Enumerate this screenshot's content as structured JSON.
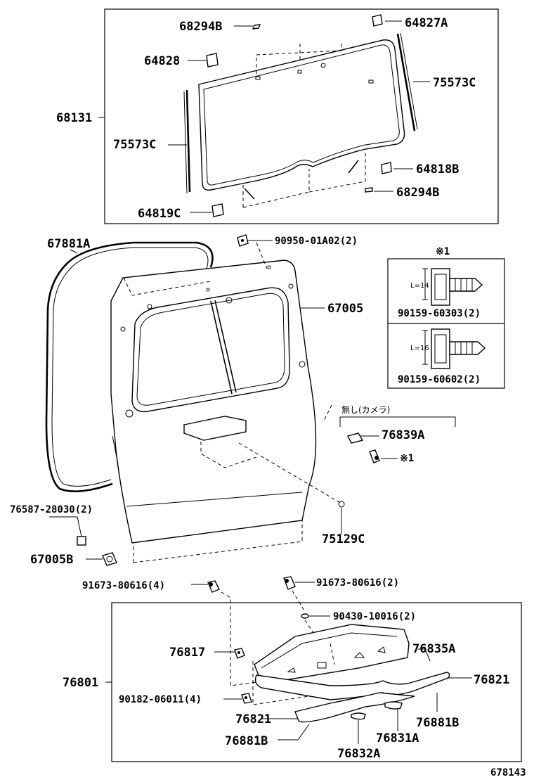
{
  "diagram_id": "678143",
  "labels": {
    "p68294B_top": "68294B",
    "p64827A": "64827A",
    "p64828": "64828",
    "p75573C_right": "75573C",
    "p68131": "68131",
    "p75573C_left": "75573C",
    "p64818B": "64818B",
    "p68294B_bot": "68294B",
    "p64819C": "64819C",
    "p67881A": "67881A",
    "p90950": "90950-01A02(2)",
    "p67005": "67005",
    "note_mark": "※1",
    "note_len1": "L=14",
    "note_part1": "90159-60303(2)",
    "note_len2": "L=16",
    "note_part2": "90159-60602(2)",
    "camera_note": "無し(カメラ)",
    "p76839A": "76839A",
    "screw_note": "※1",
    "p76587": "76587-28030(2)",
    "p75129C": "75129C",
    "p67005B": "67005B",
    "p91673_left": "91673-80616(4)",
    "p91673_right": "91673-80616(2)",
    "p90430": "90430-10016(2)",
    "p76817": "76817",
    "p76835A": "76835A",
    "p76801": "76801",
    "p76821_right": "76821",
    "p90182": "90182-06011(4)",
    "p76821_left": "76821",
    "p76881B_right": "76881B",
    "p76881B_left": "76881B",
    "p76831A": "76831A",
    "p76832A": "76832A"
  }
}
